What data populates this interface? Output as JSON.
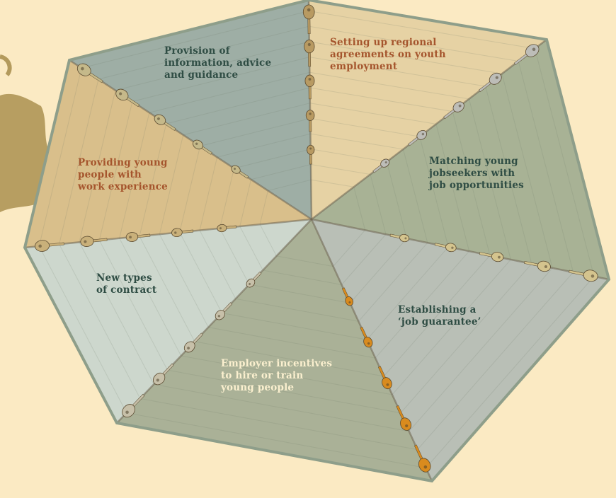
{
  "diagram": {
    "segments": [
      {
        "id": "regional-agreements",
        "label": "Setting up regional\nagreements on youth\nemployment",
        "fill": "#e6d2a4",
        "text_color": "#a5552d",
        "key_color": "#b89a62"
      },
      {
        "id": "matching",
        "label": "Matching young\njobseekers with\njob opportunities",
        "fill": "#a8b295",
        "text_color": "#2f4d44",
        "key_color": "#bdbdb8"
      },
      {
        "id": "job-guarantee",
        "label": "Establishing a\n‘job guarantee’",
        "fill": "#b9bfb6",
        "text_color": "#2f4d44",
        "key_color": "#d4c48e"
      },
      {
        "id": "employer-incentives",
        "label": "Employer incentives\nto hire or train\nyoung people",
        "fill": "#aab197",
        "text_color": "#fbf0cf",
        "key_color": "#d98b1e"
      },
      {
        "id": "new-contracts",
        "label": "New types\nof contract",
        "fill": "#cdd7cd",
        "text_color": "#2f4d44",
        "key_color": "#c7c0a9"
      },
      {
        "id": "work-experience",
        "label": "Providing young\npeople with\nwork experience",
        "fill": "#d9bf8b",
        "text_color": "#a5552d",
        "key_color": "#c9b07a"
      },
      {
        "id": "information-advice",
        "label": "Provision of\ninformation, advice\nand guidance",
        "fill": "#9eaea5",
        "text_color": "#2f4d44",
        "key_color": "#c5b98a"
      }
    ],
    "colors": {
      "background": "#fbeac3",
      "rim": "#8e9e8a",
      "grain": "#6f7a68",
      "blob": "#b39a5c"
    }
  }
}
